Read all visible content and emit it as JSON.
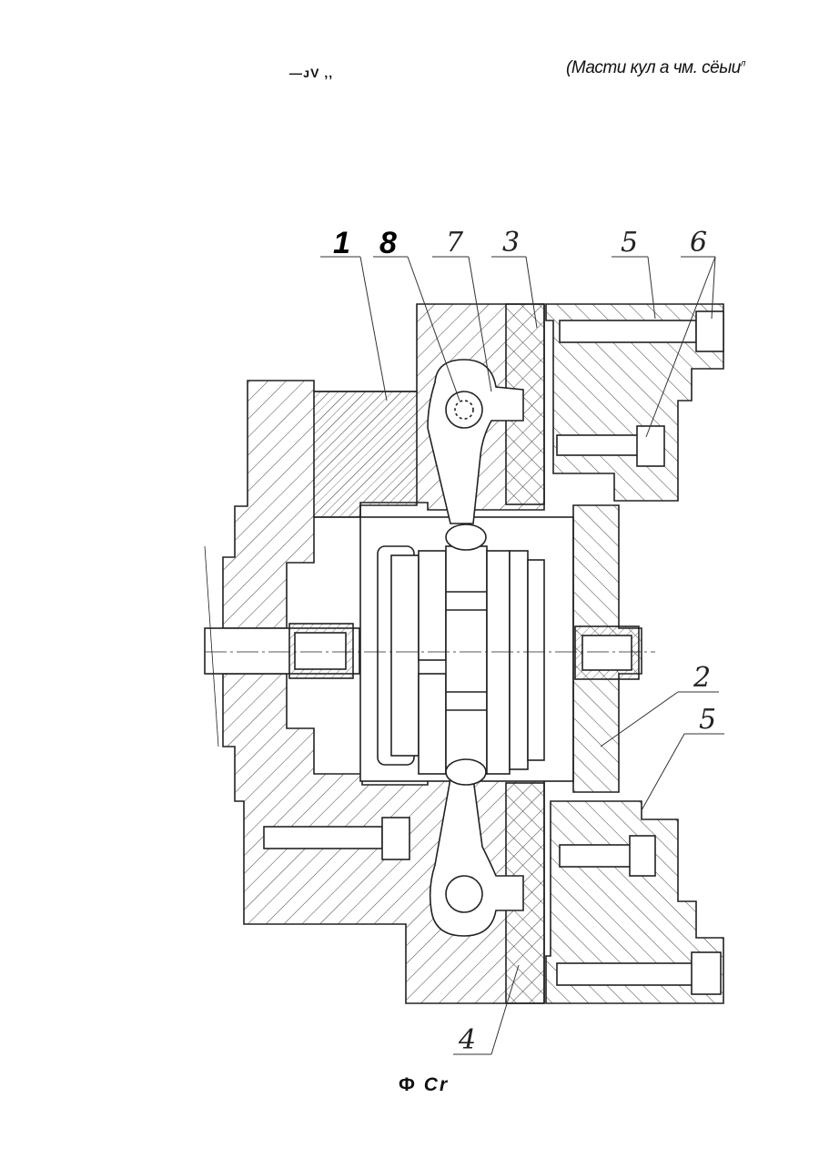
{
  "header": {
    "left_text": "—ᴊV ,,",
    "right_text": "(Масти кул а чм. сёыи",
    "right_sup": "л"
  },
  "callouts": {
    "c1": "1",
    "c8": "8",
    "c7": "7",
    "c3": "3",
    "c5_top": "5",
    "c6": "6",
    "c2": "2",
    "c5_bottom": "5",
    "c4": "4"
  },
  "caption": {
    "prefix": "Ф",
    "suffix": "Cr"
  }
}
